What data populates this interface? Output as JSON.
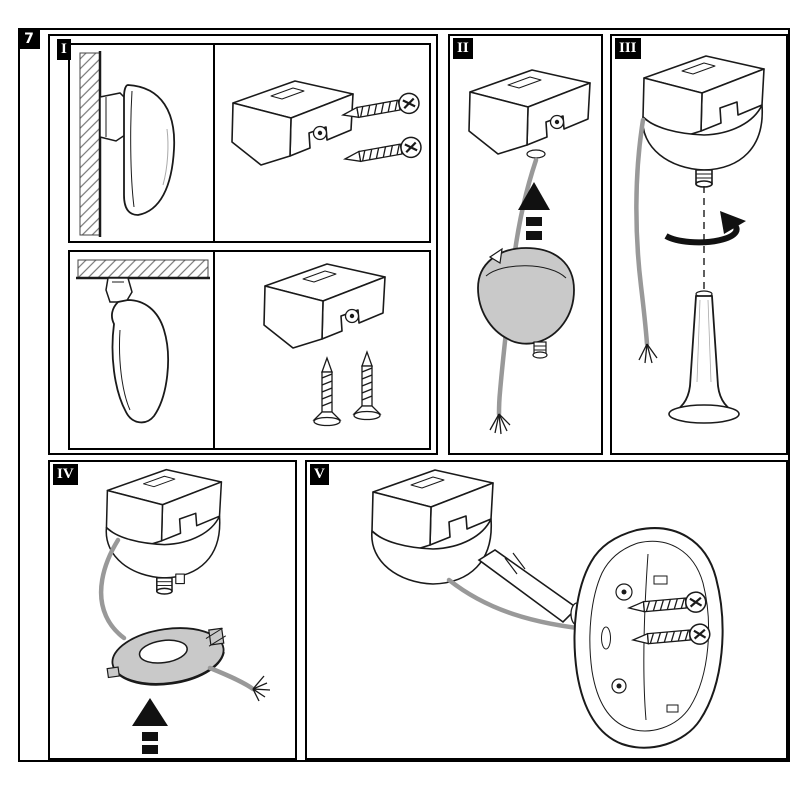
{
  "figure": {
    "number": "7",
    "panels": [
      {
        "label": "I",
        "step": "fix-bracket-to-wall-or-ceiling-with-two-screws"
      },
      {
        "label": "II",
        "step": "slide-cover-up-onto-bracket"
      },
      {
        "label": "III",
        "step": "screw-unit-onto-ground-spike"
      },
      {
        "label": "IV",
        "step": "push-adapter-ring-up-onto-unit"
      },
      {
        "label": "V",
        "step": "fasten-bracket-arm-inside-detector-back"
      }
    ]
  },
  "colors": {
    "line": "#1a1a1a",
    "background": "#ffffff",
    "shaded_part": "#c9c9c9",
    "wire": "#999999",
    "badge_bg": "#000000",
    "badge_fg": "#ffffff"
  },
  "icons": {
    "up-arrow-icon": "solid arrow with dashed tail pointing up",
    "rotate-arrow-icon": "bold circular arrow around vertical axis",
    "screw-icon": "phillips screw with threaded shaft",
    "hatch-texture": "diagonal hatching indicating wall / ceiling section"
  }
}
